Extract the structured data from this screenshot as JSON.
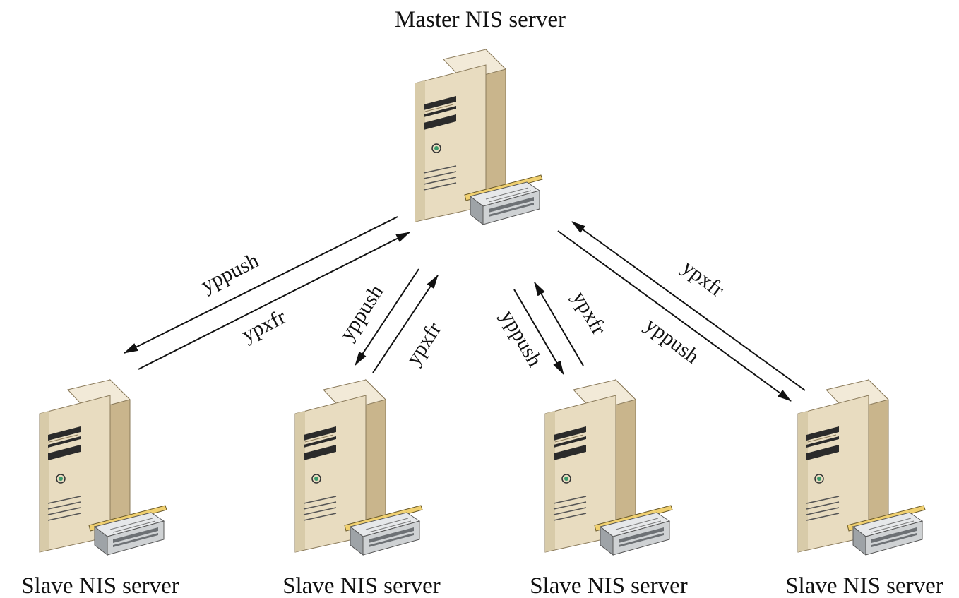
{
  "master": {
    "label": "Master NIS server"
  },
  "slaves": [
    {
      "label": "Slave NIS server"
    },
    {
      "label": "Slave NIS server"
    },
    {
      "label": "Slave NIS server"
    },
    {
      "label": "Slave NIS server"
    }
  ],
  "links": [
    {
      "push_label": "yppush",
      "xfr_label": "ypxfr"
    },
    {
      "push_label": "yppush",
      "xfr_label": "ypxfr"
    },
    {
      "push_label": "yppush",
      "xfr_label": "ypxfr"
    },
    {
      "push_label": "yppush",
      "xfr_label": "ypxfr"
    }
  ],
  "colors": {
    "case_front": "#e8dcc0",
    "case_side": "#c9b58c",
    "case_top": "#f2ead8",
    "panel_dark": "#2b2b2b",
    "drive_body": "#cfd2d4",
    "drive_top": "#e6e8ea",
    "drive_dark": "#6d7175",
    "tape_yellow": "#f0d070",
    "power_led": "#3a9a6a",
    "line": "#111111"
  }
}
